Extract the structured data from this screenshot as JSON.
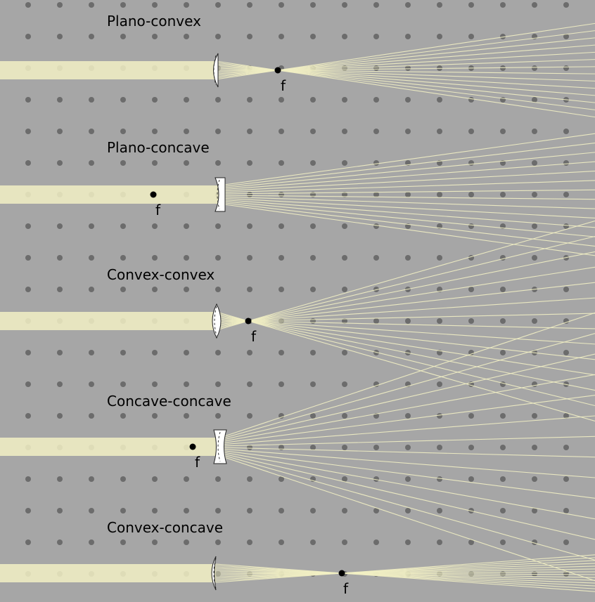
{
  "background_color": "#a6a6a6",
  "beam_color": "#f2f0c4",
  "hole_color": "#6c6c6c",
  "lens_color": "#ffffff",
  "panels": [
    {
      "title": "Plano-convex",
      "lens_type": "plano-convex",
      "focal_label": "f"
    },
    {
      "title": "Plano-concave",
      "lens_type": "plano-concave",
      "focal_label": "f"
    },
    {
      "title": "Convex-convex",
      "lens_type": "convex-convex",
      "focal_label": "f"
    },
    {
      "title": "Concave-concave",
      "lens_type": "concave-concave",
      "focal_label": "f"
    },
    {
      "title": "Convex-concave",
      "lens_type": "convex-concave",
      "focal_label": "f"
    }
  ]
}
